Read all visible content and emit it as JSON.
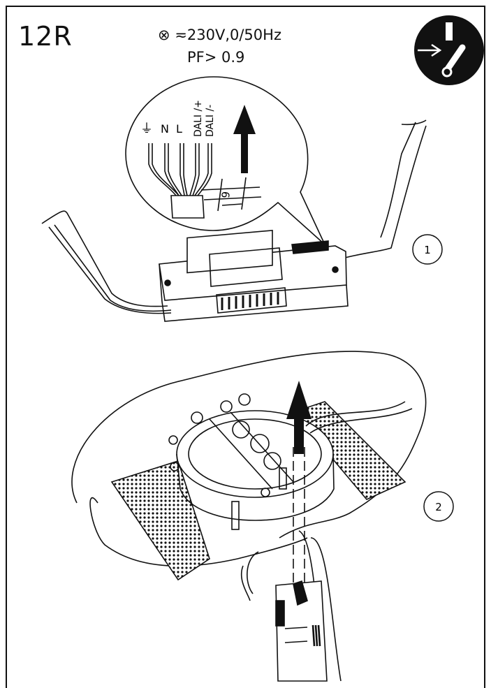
{
  "header": {
    "model_code": "12R",
    "supply_rating": "⊗ ≂230V,0/50Hz",
    "power_factor": "PF> 0.9"
  },
  "warning_icon": "power-off-switch-icon",
  "wiring_detail": {
    "terminals": [
      "⏚",
      "N",
      "L",
      "DALI /+",
      "DALI /-"
    ],
    "strip_length": "9"
  },
  "steps": [
    {
      "number": "1"
    },
    {
      "number": "2"
    }
  ]
}
